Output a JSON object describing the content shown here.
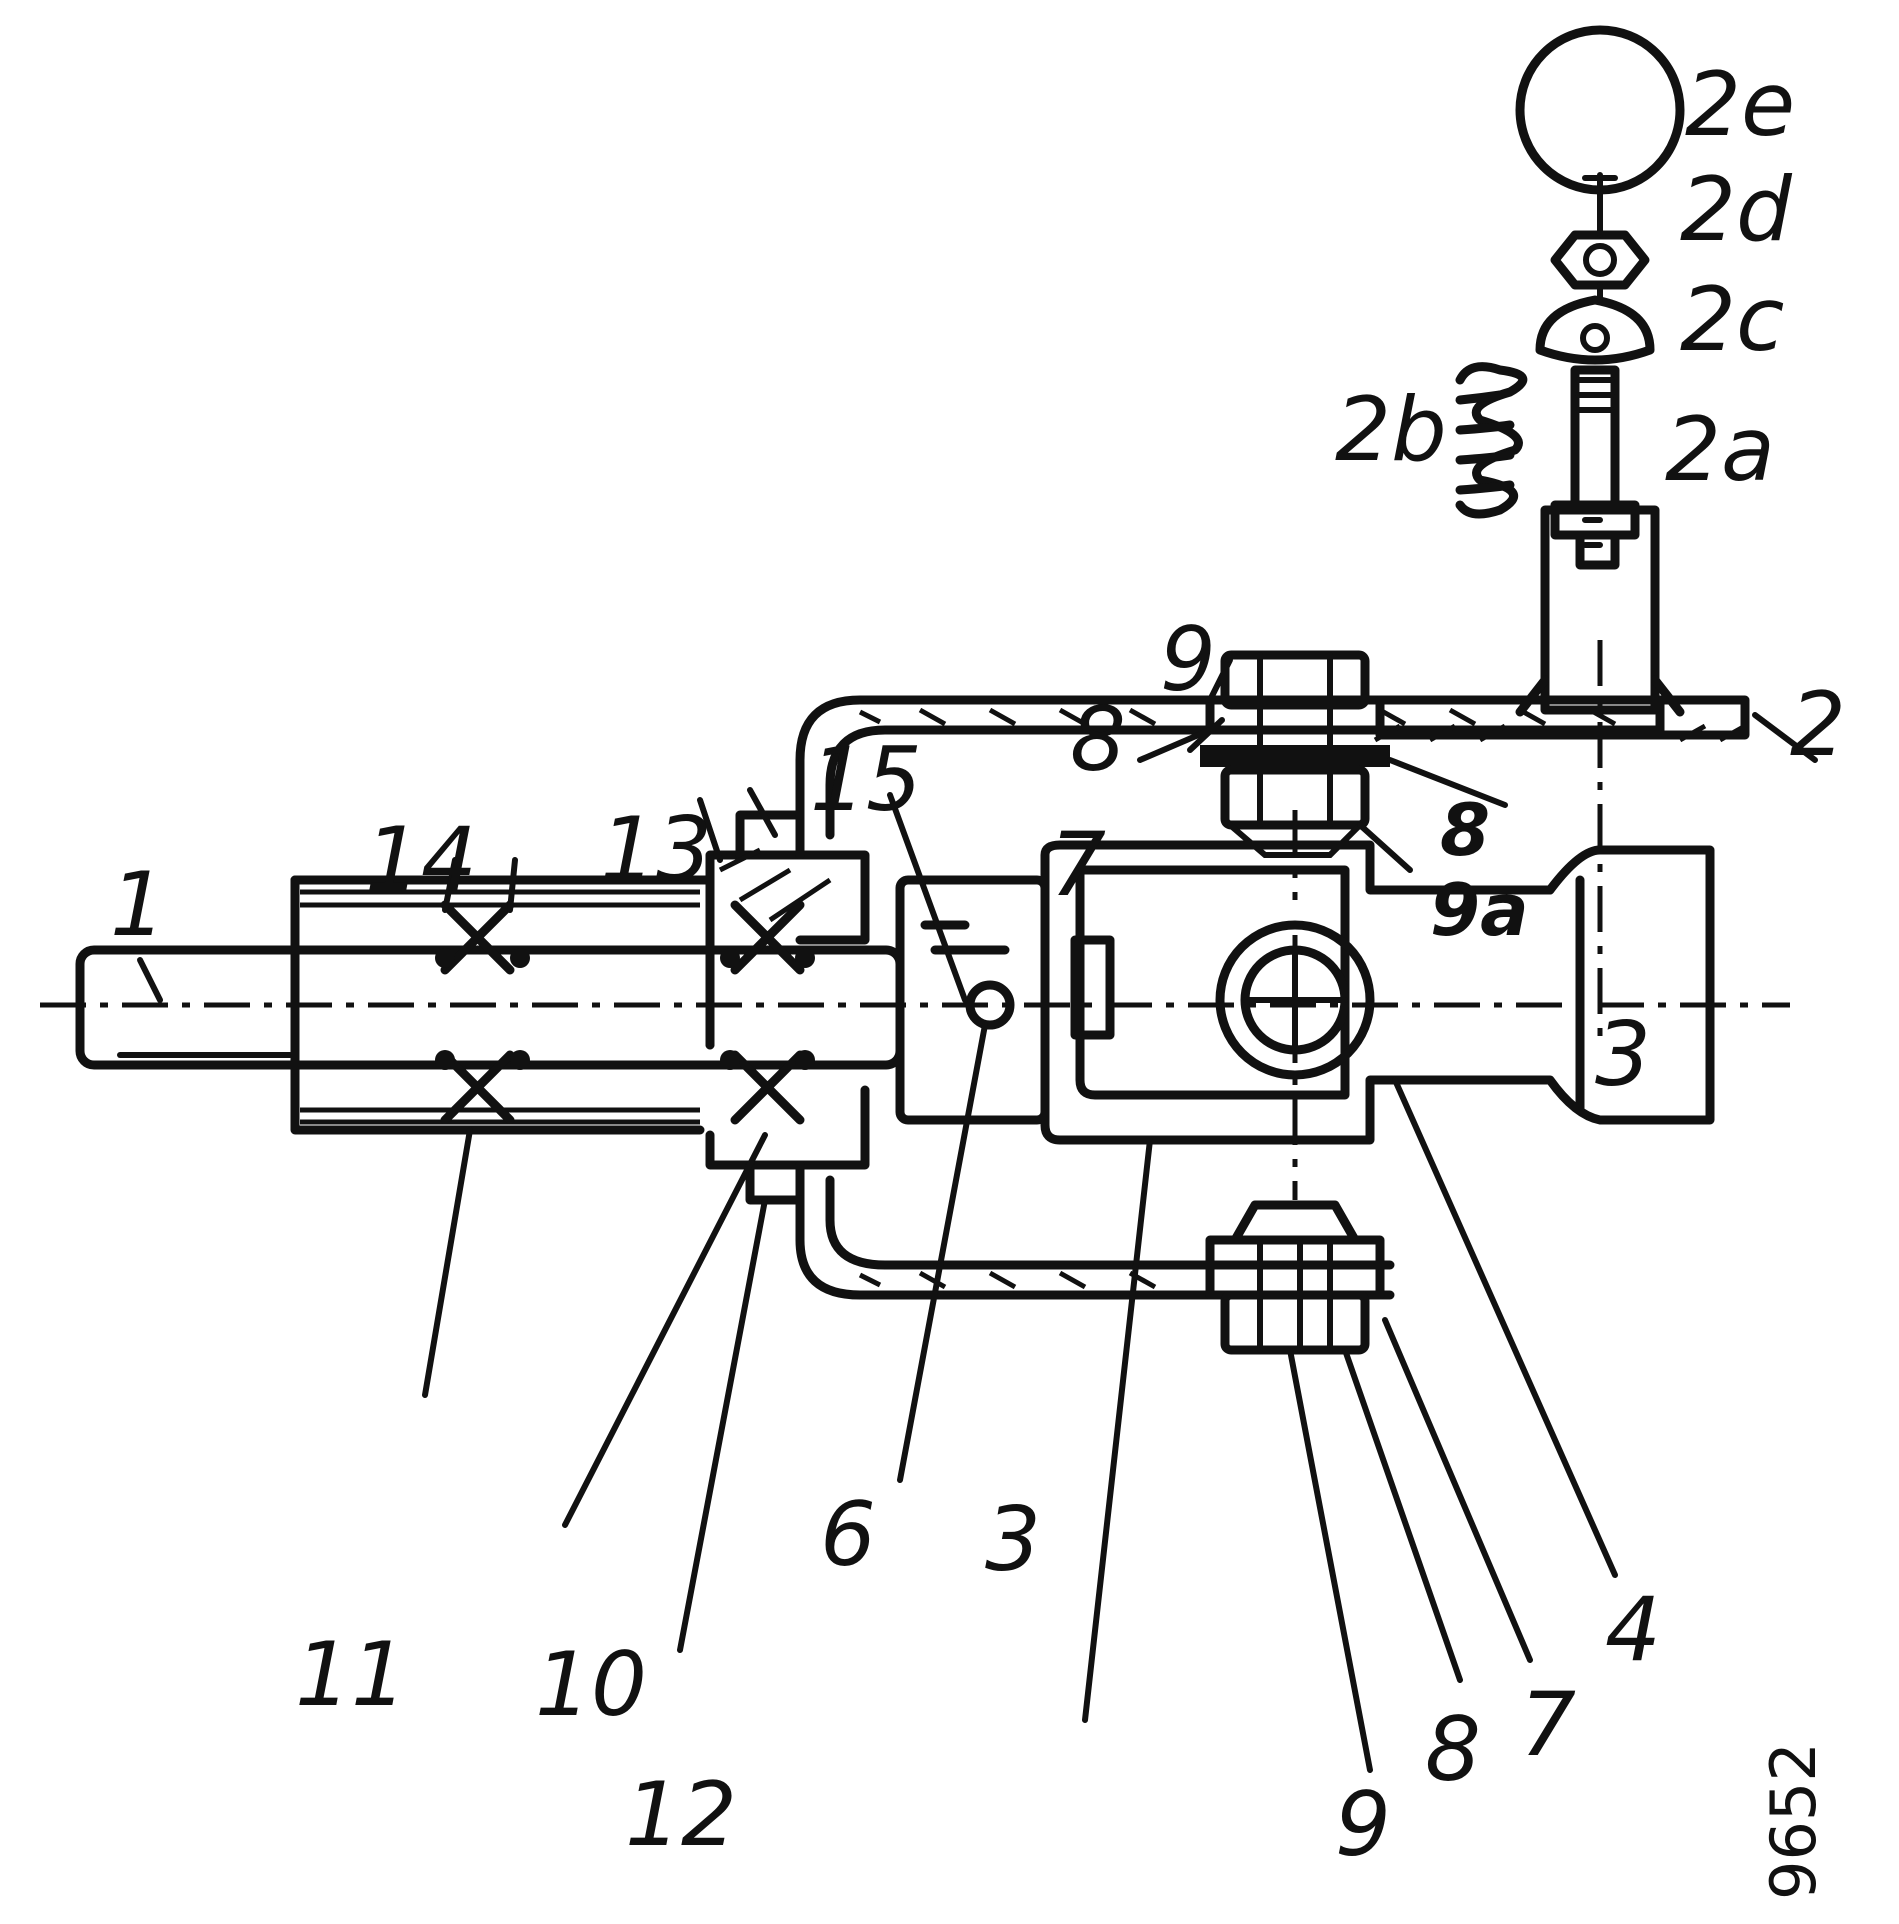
{
  "callouts": {
    "c1": "1",
    "c2": "2",
    "c2a": "2a",
    "c2b": "2b",
    "c2c": "2c",
    "c2d": "2d",
    "c2e": "2e",
    "c3_bottom": "3",
    "c3_right": "3",
    "c4": "4",
    "c6": "6",
    "c7_top": "7",
    "c7_bottom": "7",
    "c8_top": "8",
    "c8_mid": "8",
    "c8_bottom": "8",
    "c9_top": "9",
    "c9_bottom": "9",
    "c9a": "9a",
    "c10": "10",
    "c11": "11",
    "c12": "12",
    "c13": "13",
    "c14": "14",
    "c15": "15"
  },
  "reference_number": "9652"
}
